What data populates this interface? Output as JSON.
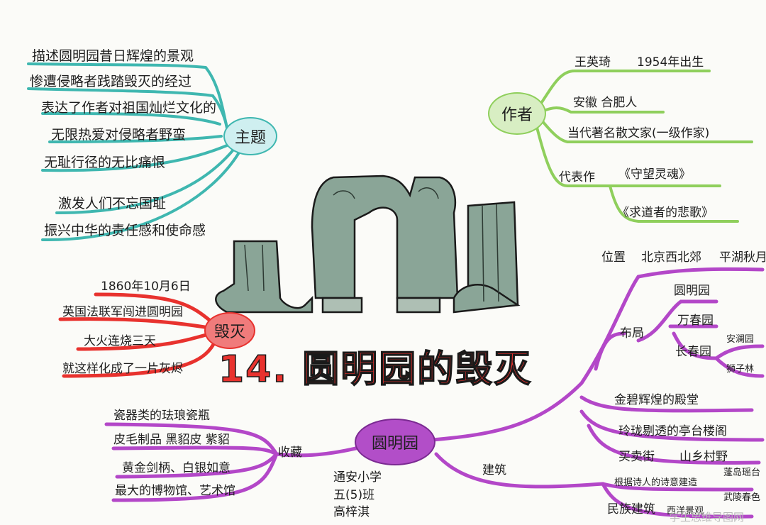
{
  "title": "14. 圆明园的毁灭",
  "center": "圆明园",
  "theme": {
    "label": "主题",
    "lines": [
      "描述圆明园昔日辉煌的景观",
      "惨遭侵略者践踏毁灭的经过",
      "表达了作者对祖国灿烂文化的",
      "无限热爱对侵略者野蛮",
      "无耻行径的无比痛恨",
      "激发人们不忘国耻",
      "振兴中华的责任感和使命感"
    ]
  },
  "author": {
    "label": "作者",
    "items": [
      {
        "a": "王英琦",
        "b": "1954年出生"
      },
      {
        "a": "安徽 合肥人"
      },
      {
        "a": "当代著名散文家(一级作家)"
      },
      {
        "a": "代表作",
        "b": "《守望灵魂》"
      },
      {
        "a": "《求道者的悲歌》"
      }
    ]
  },
  "destruction": {
    "label": "毁灭",
    "items": [
      "1860年10月6日",
      "英国法联军闯进圆明园",
      "大火连烧三天",
      "就这样化成了一片灰烬"
    ]
  },
  "collection": {
    "label": "收藏",
    "items": [
      "瓷器类的珐琅瓷瓶",
      "皮毛制品 黑貂皮 紫貂",
      "黄金剑柄、白银如意",
      "最大的博物馆、艺术馆"
    ]
  },
  "location": {
    "label": "位置",
    "value": "北京西北郊",
    "extra": "平湖秋月"
  },
  "layout": {
    "label": "布局",
    "gardens": [
      "圆明园",
      "万春园",
      "长春园"
    ],
    "sub": [
      "安澜园",
      "狮子林"
    ]
  },
  "architecture": {
    "label": "建筑",
    "items": [
      "金碧辉煌的殿堂",
      "玲珑剔透的亭台楼阁",
      "买卖街",
      "山乡村野",
      "根据诗人的诗意建造",
      "蓬岛瑶台",
      "武陵春色",
      "民族建筑",
      "西洋景观"
    ]
  },
  "student": {
    "school": "通安小学",
    "class": "五(5)班",
    "name": "高梓淇"
  },
  "watermark": "学生思维导图网",
  "colors": {
    "theme": "#3fb7b0",
    "author": "#8fcf5c",
    "destruction": "#e8322e",
    "branch": "#b347c8",
    "node_author": "#d8eec3",
    "node_theme": "#cfeff0",
    "node_destroy": "#f07b7b",
    "node_center": "#b24ec8",
    "ruin": "#8aa597"
  }
}
